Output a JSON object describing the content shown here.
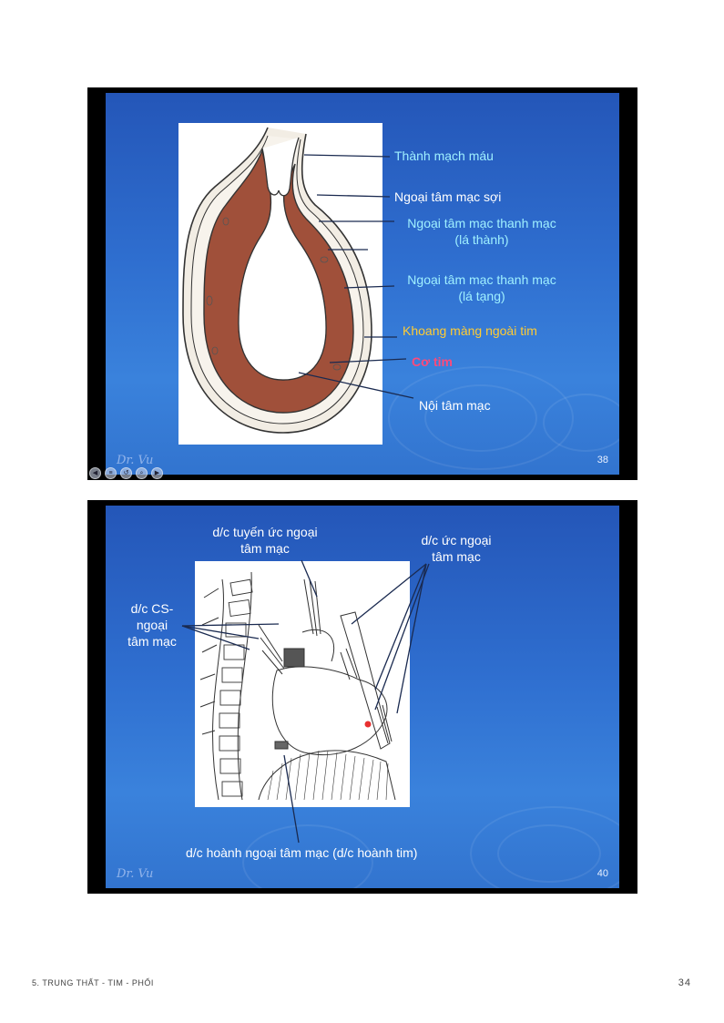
{
  "slide1": {
    "labels": {
      "thanh_mach_mau": "Thành mạch máu",
      "ngoai_tam_mac_soi": "Ngoại tâm mạc sợi",
      "thanh_mac_la_thanh_1": "Ngoại tâm mạc thanh mạc",
      "thanh_mac_la_thanh_2": "(lá thành)",
      "thanh_mac_la_tang_1": "Ngoại tâm mạc thanh mạc",
      "thanh_mac_la_tang_2": "(lá tạng)",
      "khoang_mang": "Khoang màng ngoài tim",
      "co_tim": "Cơ tim",
      "noi_tam_mac": "Nội tâm mạc"
    },
    "signature": "Dr. Vu",
    "number": "38",
    "colors": {
      "cyan_label": "#9ff0ff",
      "yellow_label": "#ffcc33",
      "red_label": "#ff4a7a",
      "myocardium": "#a0503a"
    }
  },
  "slide2": {
    "labels": {
      "tuyen_uc_1": "d/c tuyến ức ngoại",
      "tuyen_uc_2": "tâm mạc",
      "uc_1": "d/c ức ngoại",
      "uc_2": "tâm mạc",
      "cs_1": "d/c CS-",
      "cs_2": "ngoại",
      "cs_3": "tâm mạc",
      "hoanh": "d/c hoành ngoại tâm mạc (d/c hoành tim)"
    },
    "signature": "Dr. Vu",
    "number": "40"
  },
  "footer": {
    "chapter": "5. TRUNG THẤT - TIM - PHỔI",
    "page": "34"
  }
}
